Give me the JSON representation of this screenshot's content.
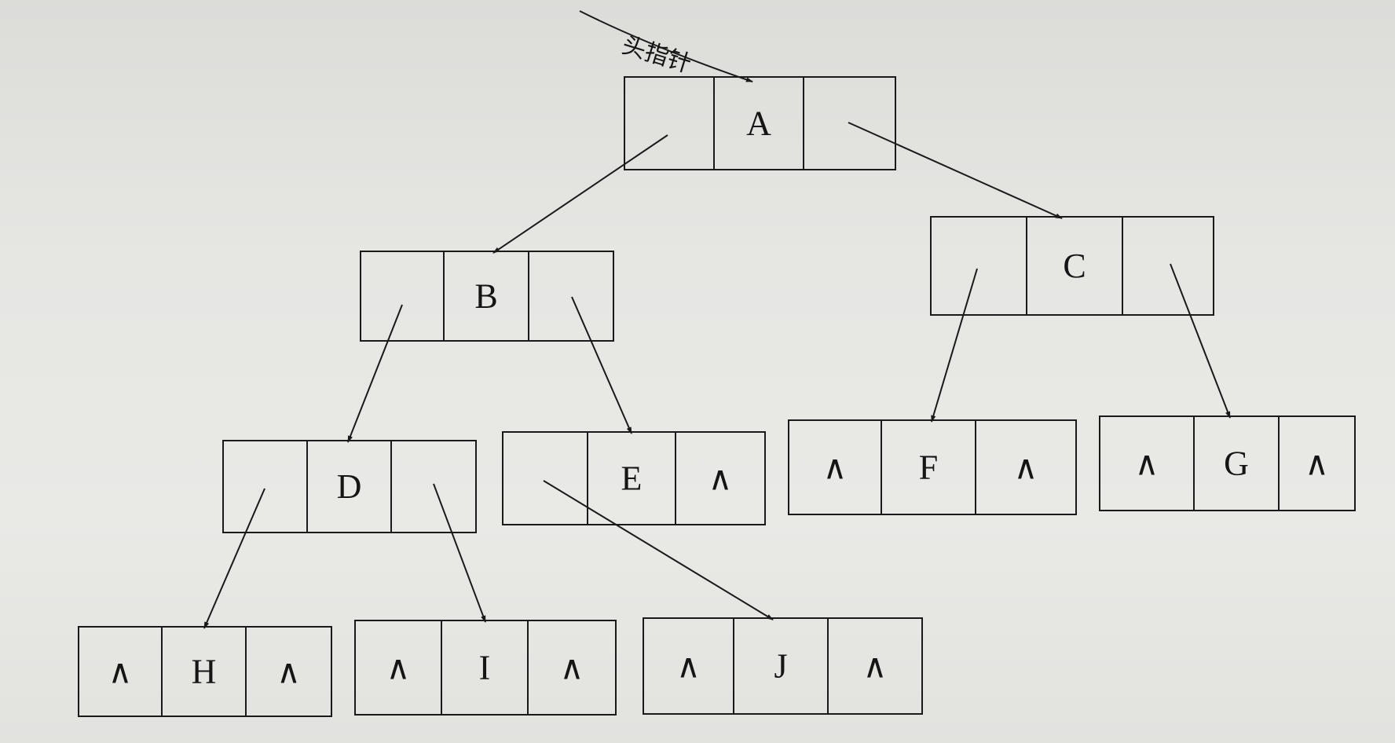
{
  "head_pointer": {
    "label": "头指针"
  },
  "null_symbol": "∧",
  "nodes": {
    "A": {
      "label": "A",
      "left_null": false,
      "right_null": false
    },
    "B": {
      "label": "B",
      "left_null": false,
      "right_null": false
    },
    "C": {
      "label": "C",
      "left_null": false,
      "right_null": false
    },
    "D": {
      "label": "D",
      "left_null": false,
      "right_null": false
    },
    "E": {
      "label": "E",
      "left_null": false,
      "right_null": true
    },
    "F": {
      "label": "F",
      "left_null": true,
      "right_null": true
    },
    "G": {
      "label": "G",
      "left_null": true,
      "right_null": true
    },
    "H": {
      "label": "H",
      "left_null": true,
      "right_null": true
    },
    "I": {
      "label": "I",
      "left_null": true,
      "right_null": true
    },
    "J": {
      "label": "J",
      "left_null": true,
      "right_null": true
    }
  },
  "edges": [
    {
      "from": "A",
      "side": "left",
      "to": "B"
    },
    {
      "from": "A",
      "side": "right",
      "to": "C"
    },
    {
      "from": "B",
      "side": "left",
      "to": "D"
    },
    {
      "from": "B",
      "side": "right",
      "to": "E"
    },
    {
      "from": "C",
      "side": "left",
      "to": "F"
    },
    {
      "from": "C",
      "side": "right",
      "to": "G"
    },
    {
      "from": "D",
      "side": "left",
      "to": "H"
    },
    {
      "from": "D",
      "side": "right",
      "to": "I"
    },
    {
      "from": "E",
      "side": "left",
      "to": "J"
    }
  ]
}
